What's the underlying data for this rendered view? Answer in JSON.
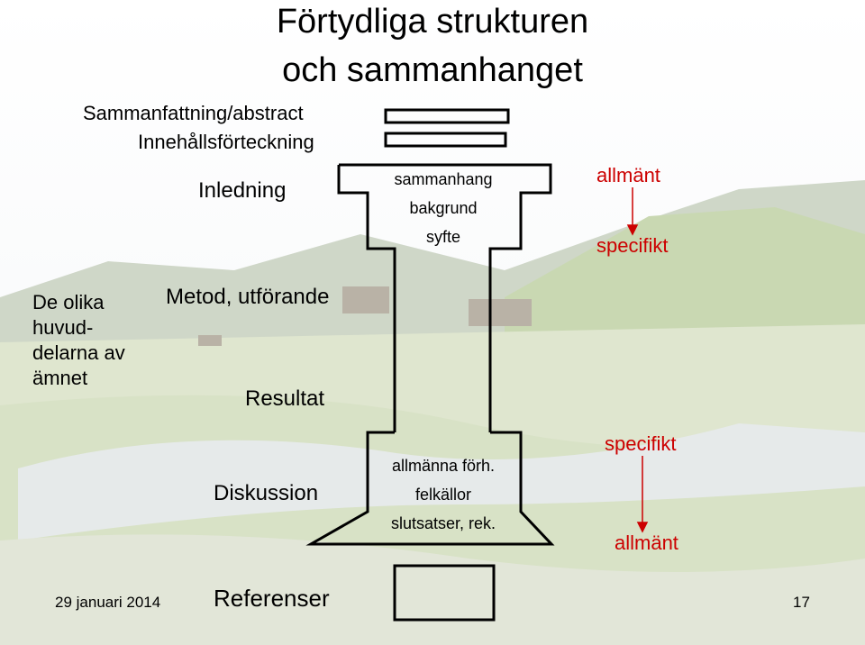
{
  "slide": {
    "title_line1": "Förtydliga strukturen",
    "title_line2": "och sammanhanget",
    "front_matter": [
      "Sammanfattning/abstract",
      "Innehållsförteckning"
    ],
    "sections": {
      "inledning": "Inledning",
      "metod": "Metod, utförande",
      "resultat": "Resultat",
      "diskussion": "Diskussion",
      "referenser": "Referenser"
    },
    "inledning_items": [
      "sammanhang",
      "bakgrund",
      "syfte"
    ],
    "diskussion_items": [
      "allmänna förh.",
      "felkällor",
      "slutsatser, rek."
    ],
    "side_label": [
      "De olika",
      "huvud-",
      "delarna av",
      "ämnet"
    ],
    "top_arrow": {
      "from": "allmänt",
      "to": "specifikt"
    },
    "bottom_arrow": {
      "from": "specifikt",
      "to": "allmänt"
    },
    "date": "29 januari 2014",
    "page_number": "17"
  },
  "colors": {
    "accent": "#cc0000",
    "outline": "#000000"
  }
}
